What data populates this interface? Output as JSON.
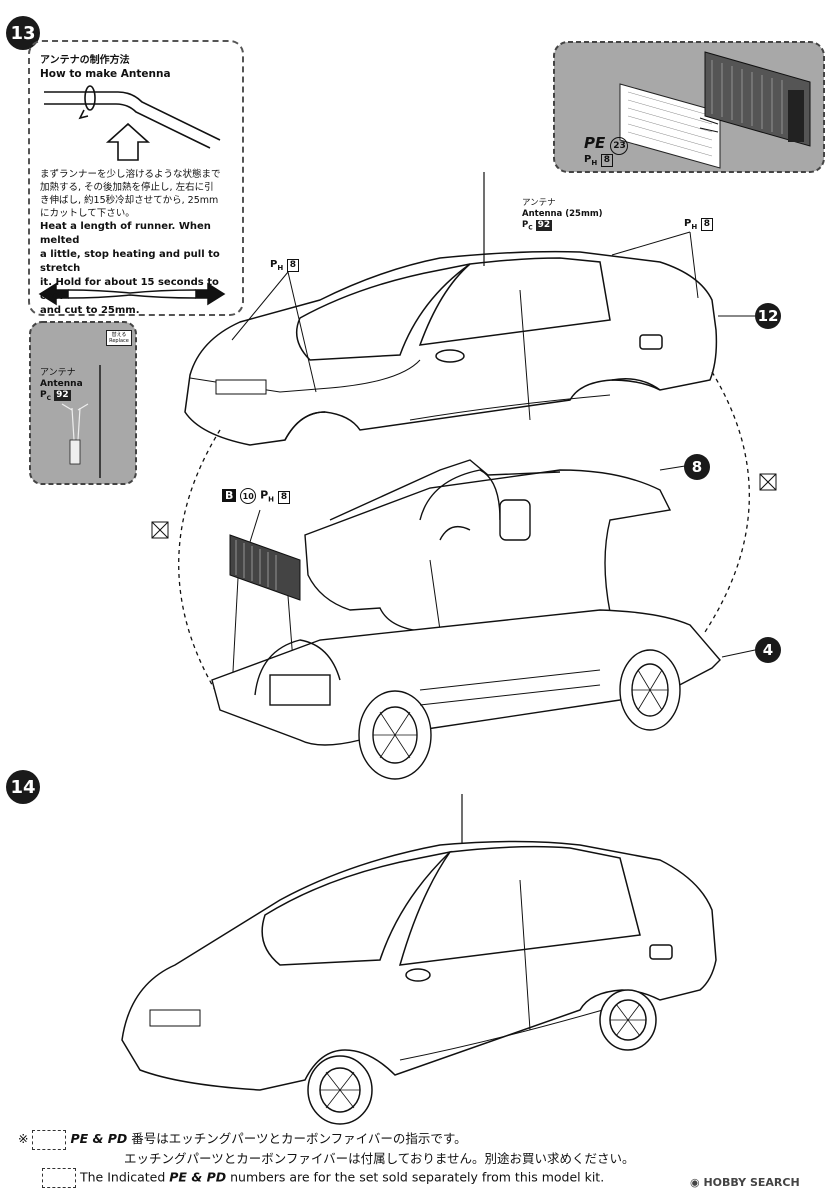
{
  "steps": {
    "step13": "13",
    "step14": "14"
  },
  "callouts": {
    "c12": "12",
    "c8": "8",
    "c4": "4"
  },
  "antenna_box": {
    "title_jp": "アンテナの制作方法",
    "title_en": "How to make Antenna",
    "body_jp": [
      "まずランナーを少し溶けるような状態まで",
      "加熱する, その後加熱を停止し, 左右に引",
      "き伸ばし, 約15秒冷却させてから, 25mm",
      "にカットして下さい。"
    ],
    "body_en": [
      "Heat a length of runner. When melted",
      "a little, stop heating and pull to stretch",
      "it. Hold for about 15 seconds to cool",
      "and cut to 25mm."
    ]
  },
  "antenna_panel": {
    "replace_jp": "替える",
    "replace_en": "Replace",
    "label_jp": "アンテナ",
    "label_en": "Antenna",
    "part_prefix": "P",
    "part_sub": "C",
    "part_num": "92"
  },
  "pe_panel": {
    "pe_label": "PE",
    "pe_num": "23",
    "ph_prefix": "P",
    "ph_sub": "H",
    "ph_num": "8"
  },
  "labels": {
    "antenna_jp": "アンテナ",
    "antenna_en": "Antenna (25mm)",
    "antenna_part_prefix": "P",
    "antenna_part_sub": "C",
    "antenna_part_num": "92",
    "ph_left_prefix": "P",
    "ph_left_sub": "H",
    "ph_left_num": "8",
    "ph_right_prefix": "P",
    "ph_right_sub": "H",
    "ph_right_num": "8",
    "b10_letter": "B",
    "b10_num": "10",
    "b10_ph_prefix": "P",
    "b10_ph_sub": "H",
    "b10_ph_num": "8"
  },
  "footer": {
    "asterisk": "※",
    "line1_mid": "PE & PD",
    "line1_rest": "番号はエッチングパーツとカーボンファイバーの指示です。",
    "line2": "エッチングパーツとカーボンファイバーは付属しておりません。別途お買い求めください。",
    "line3_pre": "The Indicated",
    "line3_mid": "PE & PD",
    "line3_rest": "numbers are for the set sold separately from this model kit.",
    "watermark": "HOBBY SEARCH"
  }
}
